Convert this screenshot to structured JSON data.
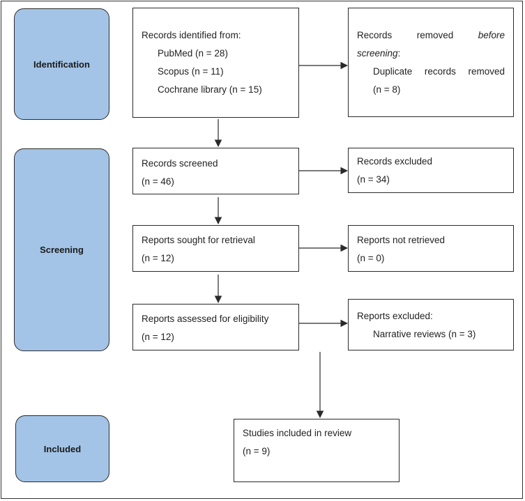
{
  "phases": {
    "identification": "Identification",
    "screening": "Screening",
    "included": "Included"
  },
  "identified": {
    "heading": "Records identified from:",
    "sources": [
      "PubMed (n = 28)",
      "Scopus (n = 11)",
      "Cochrane library (n = 15)"
    ]
  },
  "removed": {
    "line1": [
      "Records",
      "removed",
      "before"
    ],
    "line2": "screening",
    "line2_suffix": ":",
    "line3": [
      "Duplicate",
      "records",
      "removed"
    ],
    "line4": "(n = 8)"
  },
  "screened": {
    "label": "Records screened",
    "count": "(n = 46)"
  },
  "excluded": {
    "label": "Records excluded",
    "count": "(n = 34)"
  },
  "sought": {
    "label": "Reports sought for retrieval",
    "count": "(n = 12)"
  },
  "not_retrieved": {
    "label": "Reports not retrieved",
    "count": "(n = 0)"
  },
  "assessed": {
    "label": "Reports assessed for eligibility",
    "count": "(n = 12)"
  },
  "reports_excluded": {
    "label": "Reports excluded:",
    "reason": "Narrative reviews (n = 3)"
  },
  "included_box": {
    "label": "Studies included in review",
    "count": "(n = 9)"
  },
  "colors": {
    "phase_fill": "#a3c4e6",
    "border": "#2a2a2a"
  }
}
